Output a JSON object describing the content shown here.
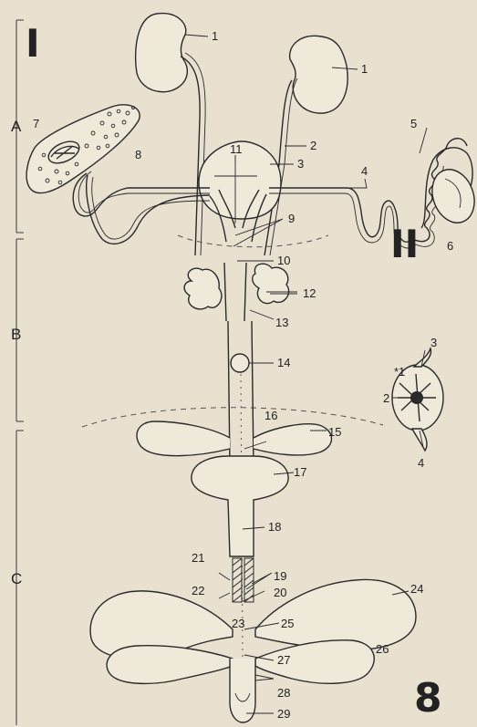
{
  "figure_number": "8",
  "panels": {
    "main": "I",
    "inset": "II"
  },
  "sections": [
    "A",
    "B",
    "C"
  ],
  "labels": {
    "l1a": "1",
    "l1b": "1",
    "l2": "2",
    "l3": "3",
    "l4": "4",
    "l5": "5",
    "l6": "6",
    "l7": "7",
    "l8": "8",
    "l9": "9",
    "l10": "10",
    "l11": "11",
    "l12": "12",
    "l13": "13",
    "l14": "14",
    "l15": "15",
    "l16": "16",
    "l17": "17",
    "l18": "18",
    "l19": "19",
    "l20": "20",
    "l21": "21",
    "l22": "22",
    "l23": "23",
    "l24": "24",
    "l25": "25",
    "l26": "26",
    "l27": "27",
    "l28": "28",
    "l29": "29"
  },
  "inset_labels": {
    "i1": "*1",
    "i2": "2",
    "i3": "3",
    "i4": "4"
  },
  "colors": {
    "paper": "#e8e1d0",
    "ink": "#2a2a2a"
  }
}
